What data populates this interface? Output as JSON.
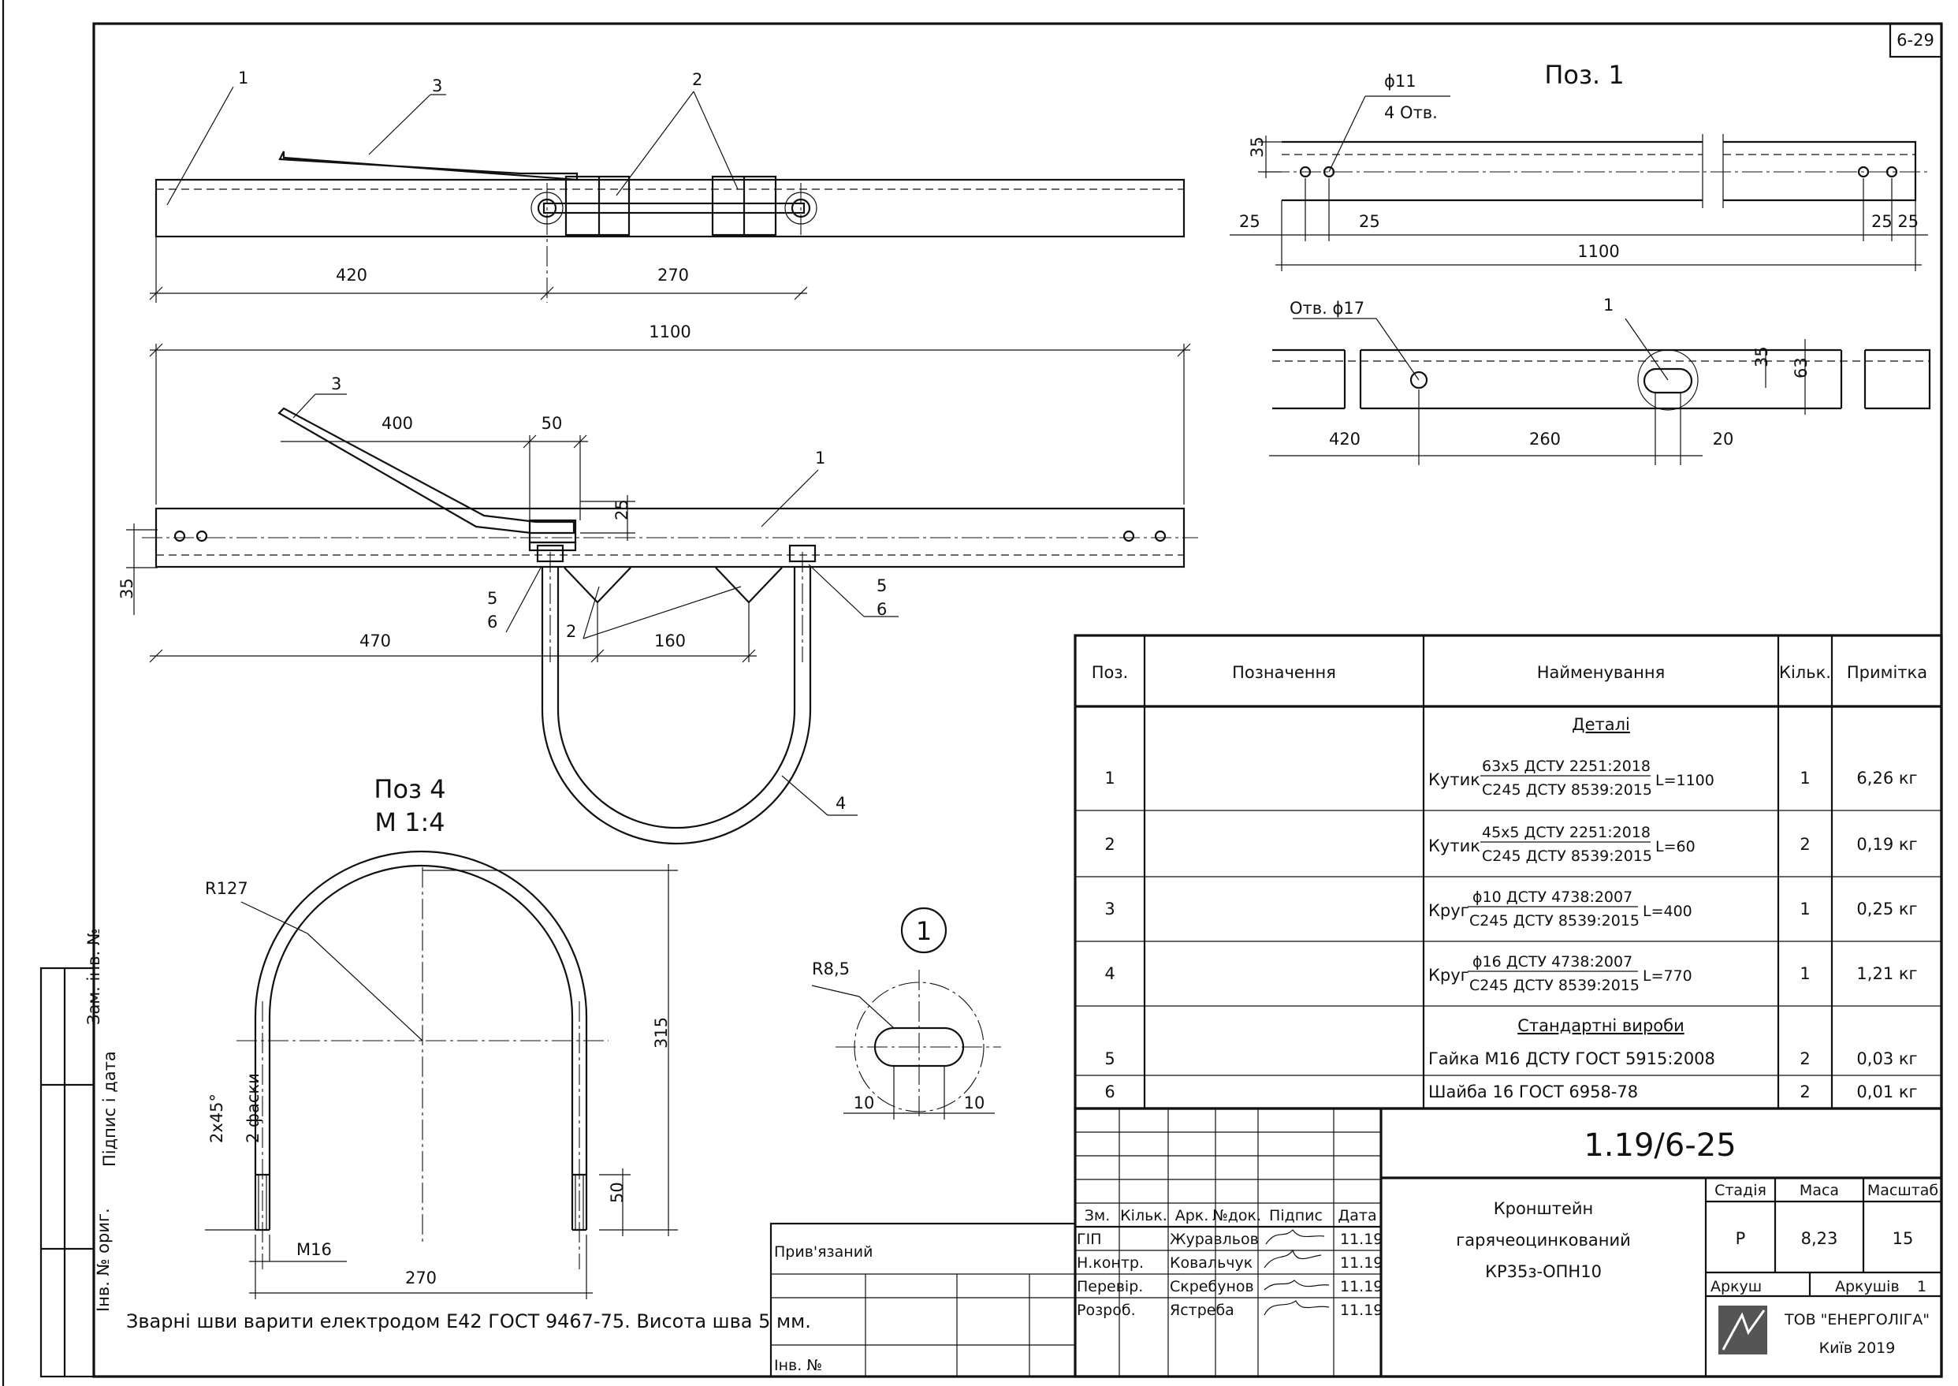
{
  "sheet": {
    "corner": "6-29"
  },
  "views": {
    "top": {
      "callout_1": "1",
      "callout_2": "2",
      "callout_3": "3",
      "dim_420": "420",
      "dim_270": "270"
    },
    "front": {
      "dim_1100": "1100",
      "callout_3": "3",
      "dim_400": "400",
      "dim_50": "50",
      "callout_1": "1",
      "dim_25": "25",
      "dim_35": "35",
      "callout_5_left": "5",
      "callout_6_left": "6",
      "callout_5_right": "5",
      "callout_6_right": "6",
      "dim_470": "470",
      "callout_2": "2",
      "dim_160": "160",
      "callout_4": "4"
    },
    "pos1": {
      "title": "Поз. 1",
      "hole_dia": "ϕ11",
      "hole_count": "4 Отв.",
      "dim_35": "35",
      "dim_25_a": "25",
      "dim_25_b": "25",
      "dim_25_c": "25 25",
      "dim_1100": "1100",
      "hole2": "Отв. ϕ17",
      "callout_1": "1",
      "dim_35_b": "35",
      "dim_63": "63",
      "dim_420": "420",
      "dim_260": "260",
      "dim_20": "20"
    },
    "pos4": {
      "title": "Поз 4",
      "scale": "М 1:4",
      "radius": "R127",
      "chamfer": "2х45°",
      "chamfer_note": "2 фаски",
      "height": "315",
      "thread_len": "50",
      "thread": "М16",
      "width": "270"
    },
    "detail1": {
      "marker": "1",
      "radius": "R8,5",
      "dim_left": "10",
      "dim_right": "10"
    },
    "weld_note": "Зварні шви варити електродом Е42 ГОСТ 9467-75. Висота шва 5 мм."
  },
  "spec_table": {
    "headers": [
      "Поз.",
      "Позначення",
      "Найменування",
      "Кільк.",
      "Примітка"
    ],
    "section_details": "Деталі",
    "section_standard": "Стандартні вироби",
    "rows": [
      {
        "pos": "1",
        "prefix": "Кутик",
        "top": "63х5 ДСТУ 2251:2018",
        "bottom": "С245 ДСТУ 8539:2015",
        "suffix": "L=1100",
        "qty": "1",
        "note": "6,26 кг"
      },
      {
        "pos": "2",
        "prefix": "Кутик",
        "top": "45х5 ДСТУ 2251:2018",
        "bottom": "С245 ДСТУ 8539:2015",
        "suffix": "L=60",
        "qty": "2",
        "note": "0,19 кг"
      },
      {
        "pos": "3",
        "prefix": "Круг",
        "top": "ϕ10 ДСТУ 4738:2007",
        "bottom": "С245 ДСТУ 8539:2015",
        "suffix": "L=400",
        "qty": "1",
        "note": "0,25 кг"
      },
      {
        "pos": "4",
        "prefix": "Круг",
        "top": "ϕ16 ДСТУ 4738:2007",
        "bottom": "С245 ДСТУ 8539:2015",
        "suffix": "L=770",
        "qty": "1",
        "note": "1,21 кг"
      }
    ],
    "std_rows": [
      {
        "pos": "5",
        "name": "Гайка М16 ДСТУ ГОСТ 5915:2008",
        "qty": "2",
        "note": "0,03 кг"
      },
      {
        "pos": "6",
        "name": "Шайба 16 ГОСТ 6958-78",
        "qty": "2",
        "note": "0,01 кг"
      }
    ]
  },
  "title_block": {
    "code": "1.19/6-25",
    "name_line1": "Кронштейн",
    "name_line2": "гарячеоцинкований",
    "name_line3": "КР35з-ОПН10",
    "stage_label": "Стадія",
    "mass_label": "Маса",
    "scale_label": "Масштаб",
    "stage": "Р",
    "mass": "8,23",
    "scale": "15",
    "sheet_label": "Аркуш",
    "sheets_label": "Аркушів",
    "sheets": "1",
    "company": "ТОВ \"ЕНЕРГОЛІГА\"",
    "city_year": "Київ 2019",
    "headers": [
      "Зм.",
      "Кільк.",
      "Арк.",
      "№док.",
      "Підпис",
      "Дата"
    ],
    "people": [
      {
        "role": "ГІП",
        "name": "Журавльов",
        "date": "11.19"
      },
      {
        "role": "Н.контр.",
        "name": "Ковальчук",
        "date": "11.19"
      },
      {
        "role": "Перевір.",
        "name": "Скребунов",
        "date": "11.19"
      },
      {
        "role": "Розроб.",
        "name": "Ястреба",
        "date": "11.19"
      }
    ],
    "bound_label": "Прив'язаний",
    "inv_label": "Інв. №"
  },
  "side_stamp": {
    "zam": "Зам. інв. №",
    "sign_date": "Підпис і дата",
    "inv_orig": "Інв. № ориг."
  }
}
